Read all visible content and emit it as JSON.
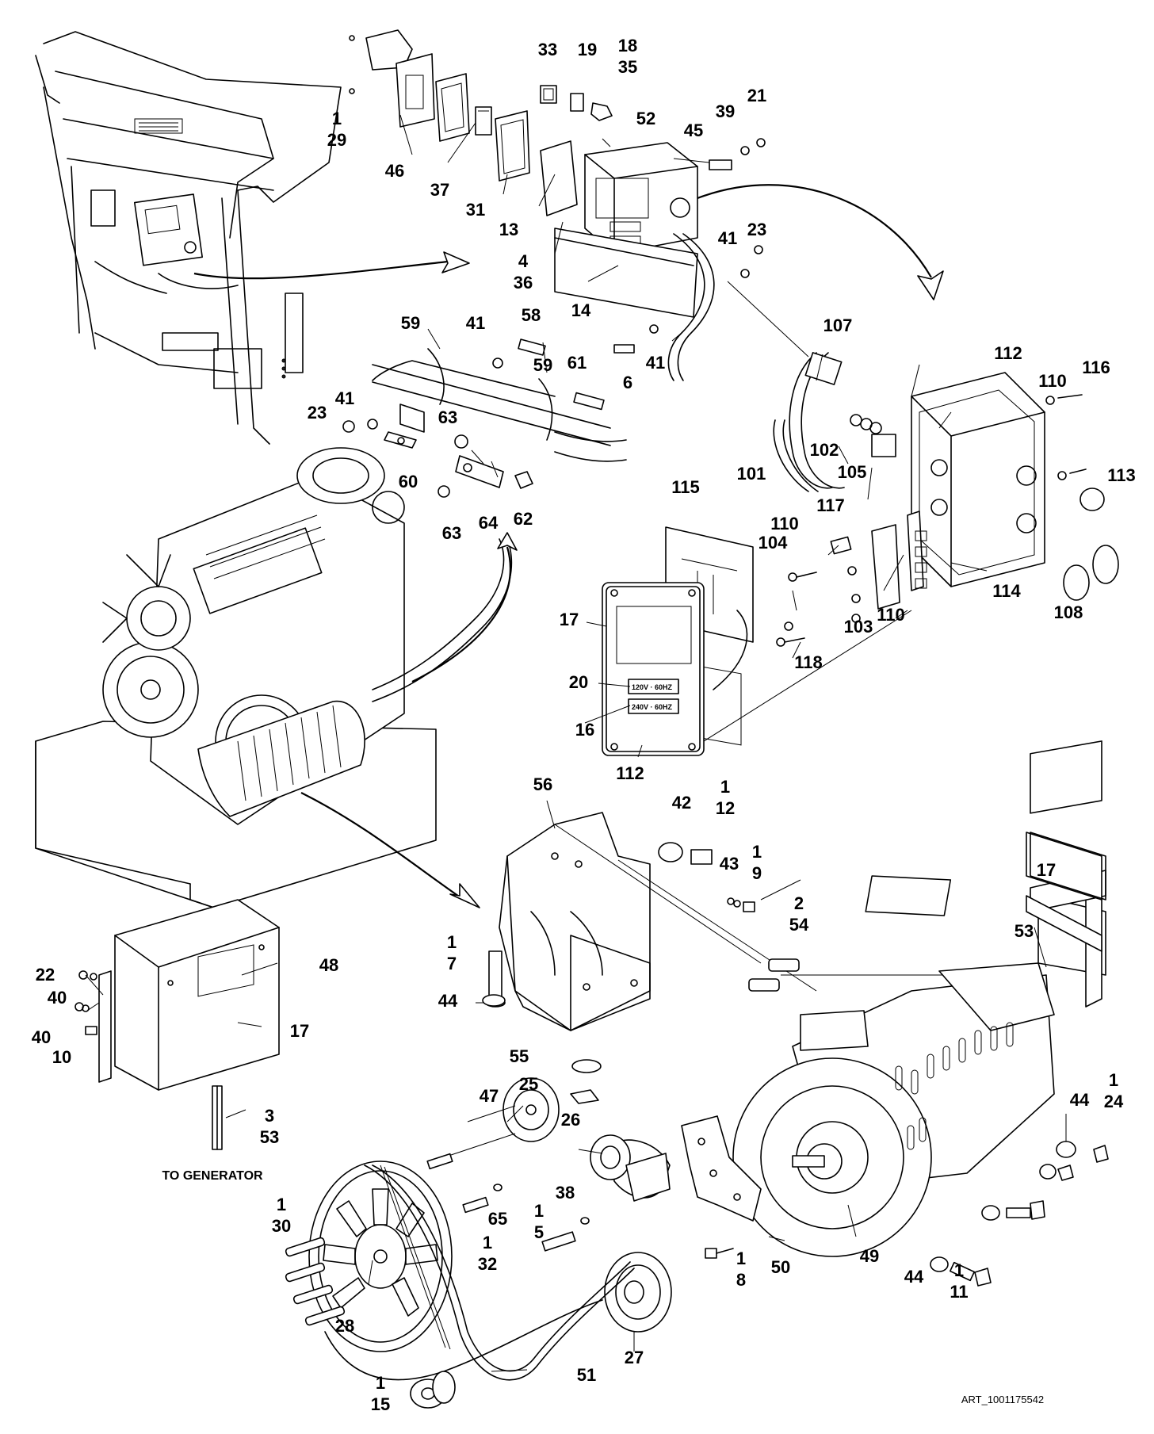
{
  "figure_id": "ART_1001175542",
  "notes": {
    "to_generator": "TO GENERATOR"
  },
  "placard_labels": {
    "v120": "120V · 60HZ",
    "v240": "240V · 60HZ"
  },
  "callouts": [
    "1",
    "29",
    "46",
    "37",
    "31",
    "13",
    "33",
    "19",
    "18",
    "35",
    "52",
    "4",
    "36",
    "45",
    "39",
    "21",
    "14",
    "41",
    "23",
    "6",
    "41",
    "59",
    "41",
    "58",
    "59",
    "61",
    "23",
    "41",
    "60",
    "63",
    "63",
    "64",
    "62",
    "107",
    "112",
    "110",
    "116",
    "101",
    "102",
    "105",
    "113",
    "115",
    "117",
    "104",
    "110",
    "114",
    "17",
    "20",
    "16",
    "112",
    "103",
    "110",
    "118",
    "108",
    "56",
    "42",
    "1",
    "12",
    "43",
    "1",
    "9",
    "17",
    "2",
    "54",
    "53",
    "1",
    "7",
    "44",
    "55",
    "25",
    "22",
    "40",
    "48",
    "40",
    "10",
    "17",
    "3",
    "53",
    "47",
    "26",
    "44",
    "1",
    "24",
    "1",
    "30",
    "1",
    "38",
    "5",
    "65",
    "1",
    "32",
    "28",
    "50",
    "1",
    "8",
    "49",
    "44",
    "1",
    "11",
    "27",
    "51",
    "1",
    "15"
  ],
  "colors": {
    "line": "#000000",
    "background": "#ffffff"
  }
}
